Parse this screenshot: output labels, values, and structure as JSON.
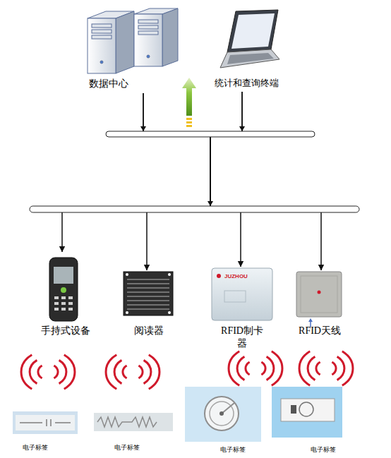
{
  "diagram": {
    "nodes": [
      {
        "text": [
          "数据中心"
        ]
      },
      {
        "text": [
          "统计和查询终端"
        ]
      },
      {
        "text": [
          "手持式设备"
        ]
      },
      {
        "text": [
          "阅读器"
        ]
      },
      {
        "text": [
          "RFID制卡 器"
        ]
      },
      {
        "text": [
          "RFID天线"
        ]
      },
      {
        "text": [
          "电子标签"
        ]
      },
      {
        "text": [
          "电子标签"
        ]
      },
      {
        "text": [
          "电子标签"
        ]
      },
      {
        "text": [
          "电子标签"
        ]
      }
    ],
    "edges": [
      {
        "from": 0,
        "to": 2,
        "arrow": "to"
      },
      {
        "from": 0,
        "to": 3,
        "arrow": "to"
      },
      {
        "from": 0,
        "to": 4,
        "arrow": "to"
      },
      {
        "from": 0,
        "to": 5,
        "arrow": "to"
      },
      {
        "from": 1,
        "to": 2,
        "arrow": "to"
      },
      {
        "from": 1,
        "to": 3,
        "arrow": "to"
      },
      {
        "from": 1,
        "to": 4,
        "arrow": "to"
      },
      {
        "from": 1,
        "to": 5,
        "arrow": "to"
      }
    ],
    "labels": [
      "JUZHOU"
    ]
  }
}
